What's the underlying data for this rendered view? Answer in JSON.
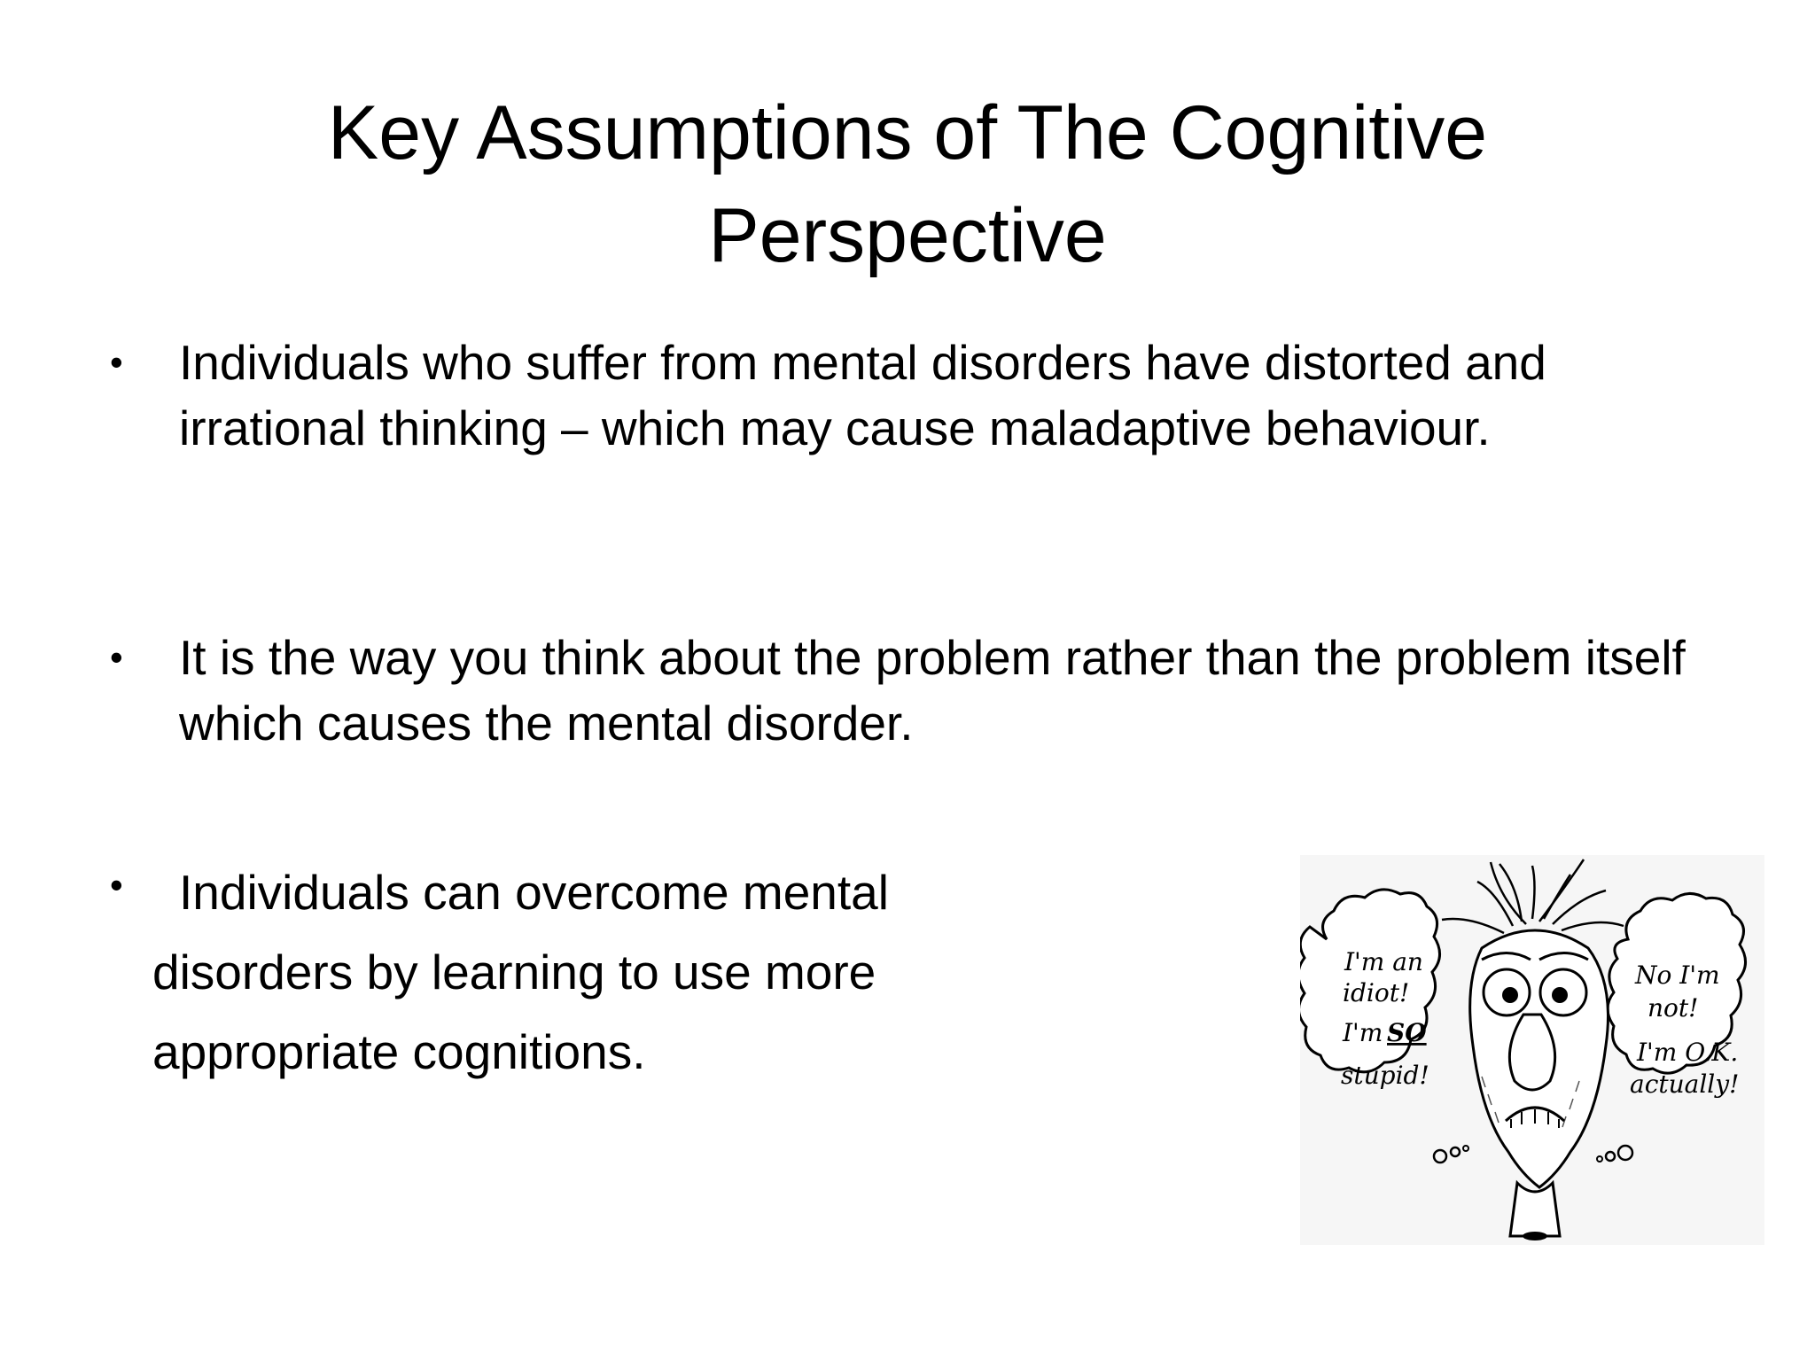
{
  "slide": {
    "title": "Key Assumptions of The Cognitive Perspective",
    "bullet_symbol": "•",
    "bullets": [
      "Individuals who suffer from mental disorders have distorted and irrational thinking – which may cause maladaptive behaviour.",
      "It is the way you think about the problem rather than the problem itself which causes the mental disorder."
    ],
    "bullet3_lines": [
      "Individuals can overcome mental",
      "disorders by learning to use more",
      "appropriate cognitions."
    ]
  },
  "cartoon": {
    "left_bubble": [
      "I'm an",
      "idiot!",
      "I'm",
      "SO",
      "stupid!"
    ],
    "right_bubble": [
      "No I'm",
      "not!",
      "I'm O.K.",
      "actually!"
    ]
  }
}
